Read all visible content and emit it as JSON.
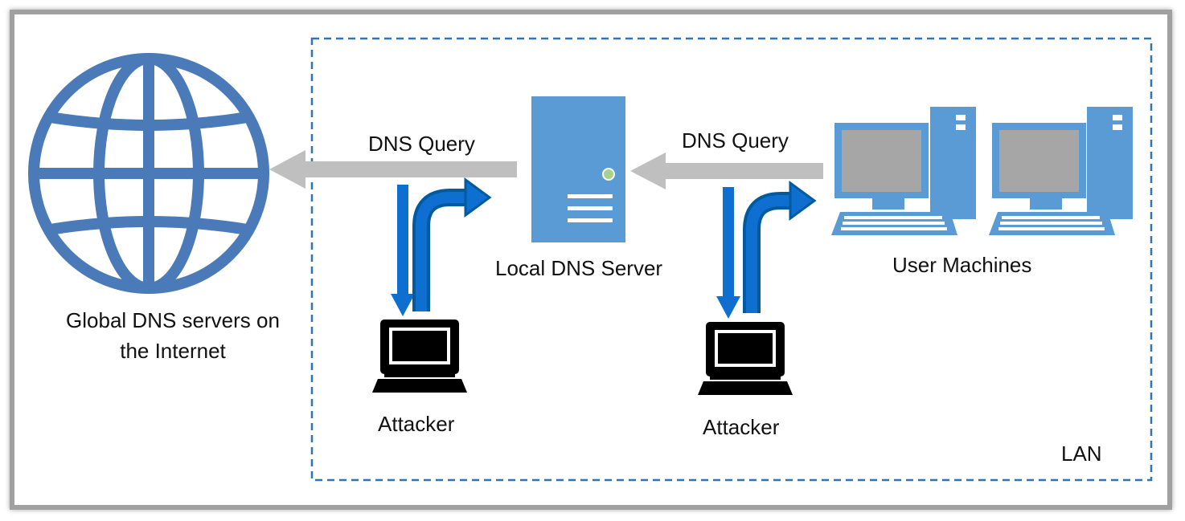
{
  "globe": {
    "label_line1": "Global DNS servers on",
    "label_line2": "the Internet"
  },
  "local_dns": {
    "label": "Local DNS Server"
  },
  "users": {
    "label": "User Machines"
  },
  "queries": {
    "left": "DNS Query",
    "right": "DNS Query"
  },
  "attackers": {
    "left": "Attacker",
    "right": "Attacker"
  },
  "lan": {
    "label": "LAN"
  },
  "colors": {
    "blue": "#4a7ab8",
    "light_blue": "#5b9bd5",
    "arrow_gray": "#bfbfbf",
    "deep_blue": "#0f6fd1",
    "lan_border": "#2e75b6"
  }
}
